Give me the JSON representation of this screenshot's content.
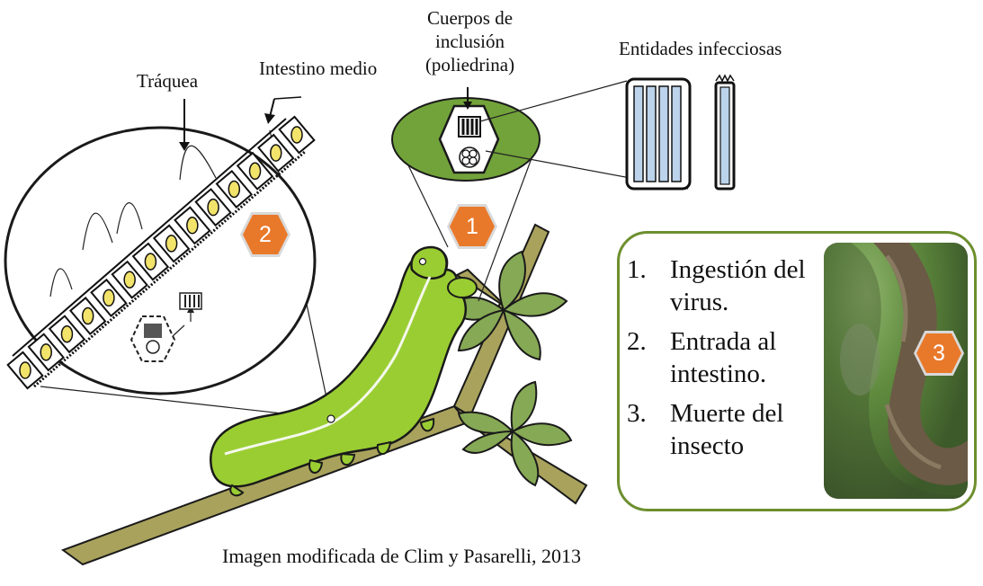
{
  "labels": {
    "traquea": "Tráquea",
    "intestino_medio": "Intestino medio",
    "cuerpos_line1": "Cuerpos de",
    "cuerpos_line2": "inclusión",
    "cuerpos_line3": "(poliedrina)",
    "entidades": "Entidades infecciosas"
  },
  "badges": {
    "one": "1",
    "two": "2",
    "three": "3"
  },
  "steps": [
    {
      "number": "1.",
      "line1": "Ingestión del",
      "line2": "virus."
    },
    {
      "number": "2.",
      "line1": "Entrada al",
      "line2": "intestino."
    },
    {
      "number": "3.",
      "line1": "Muerte del",
      "line2": "insecto"
    }
  ],
  "caption": "Imagen modificada de Clim y Pasarelli, 2013",
  "colors": {
    "larva": "#9acd32",
    "leaf": "#86a955",
    "branch": "#a9a25c",
    "badge": "#e9792a",
    "cell_nucleus": "#f2e36a",
    "rod": "#bcd3ec",
    "box_border": "#6d8f2e"
  }
}
